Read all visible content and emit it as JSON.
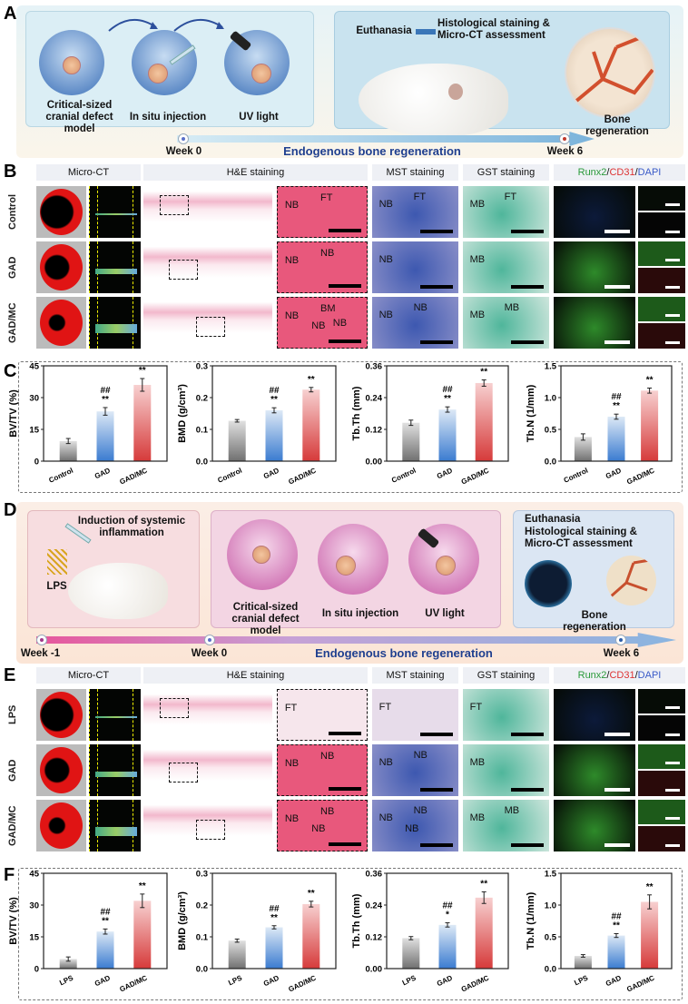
{
  "panel_a": {
    "letter": "A",
    "step1": "Critical-sized cranial defect model",
    "step2": "In situ injection",
    "step3": "UV light",
    "euthanasia": "Euthanasia",
    "assess": "Histological staining & Micro-CT assessment",
    "bone": "Bone regeneration",
    "week0": "Week 0",
    "week6": "Week 6",
    "timeline": "Endogenous bone regeneration"
  },
  "panel_b": {
    "letter": "B",
    "h_microct": "Micro-CT",
    "h_he": "H&E staining",
    "h_mst": "MST staining",
    "h_gst": "GST staining",
    "if_header": {
      "runx2": "Runx2",
      "s1": "/",
      "cd31": "CD31",
      "s2": "/",
      "dapi": "DAPI"
    },
    "rows": [
      {
        "label": "Control",
        "he": [
          "NB",
          "FT"
        ],
        "mst": [
          "NB",
          "FT"
        ],
        "gst": [
          "MB",
          "FT"
        ]
      },
      {
        "label": "GAD",
        "he": [
          "NB",
          "NB"
        ],
        "mst": [
          "NB"
        ],
        "gst": [
          "MB"
        ]
      },
      {
        "label": "GAD/MC",
        "he": [
          "NB",
          "BM",
          "NB",
          "NB"
        ],
        "mst": [
          "NB",
          "NB"
        ],
        "gst": [
          "MB",
          "MB"
        ]
      }
    ]
  },
  "panel_c": {
    "letter": "C"
  },
  "panel_d": {
    "letter": "D",
    "induction": "Induction of systemic inflammation",
    "lps": "LPS",
    "step1": "Critical-sized cranial defect model",
    "step2": "In situ injection",
    "step3": "UV light",
    "euthanasia": "Euthanasia",
    "assess": "Histological staining & Micro-CT assessment",
    "bone": "Bone regeneration",
    "weekm1": "Week -1",
    "week0": "Week 0",
    "week6": "Week 6",
    "timeline": "Endogenous bone regeneration"
  },
  "panel_e": {
    "letter": "E",
    "h_microct": "Micro-CT",
    "h_he": "H&E staining",
    "h_mst": "MST staining",
    "h_gst": "GST staining",
    "if_header": {
      "runx2": "Runx2",
      "s1": "/",
      "cd31": "CD31",
      "s2": "/",
      "dapi": "DAPI"
    },
    "rows": [
      {
        "label": "LPS",
        "he": [
          "FT"
        ],
        "mst": [
          "FT"
        ],
        "gst": [
          "FT"
        ]
      },
      {
        "label": "GAD",
        "he": [
          "NB",
          "NB"
        ],
        "mst": [
          "NB",
          "NB"
        ],
        "gst": [
          "MB"
        ]
      },
      {
        "label": "GAD/MC",
        "he": [
          "NB",
          "NB",
          "NB"
        ],
        "mst": [
          "NB",
          "NB",
          "NB"
        ],
        "gst": [
          "MB",
          "MB"
        ]
      }
    ]
  },
  "panel_f": {
    "letter": "F"
  },
  "colors": {
    "control": "#808080",
    "gad": "#3a7bd0",
    "gadmc": "#d63a3a",
    "timeline_blue": "#1f3f8f"
  },
  "chart_data": [
    {
      "panel": "C",
      "type": "bar",
      "categories": [
        "Control",
        "GAD",
        "GAD/MC"
      ],
      "values": [
        9.5,
        23.5,
        36
      ],
      "errors": [
        1.2,
        1.8,
        3
      ],
      "annotations": [
        [],
        [
          "##",
          "**"
        ],
        [
          "**"
        ]
      ],
      "ylabel": "BV/TV (%)",
      "ylim": [
        0,
        45
      ],
      "yticks": [
        "0",
        "15",
        "30",
        "45"
      ]
    },
    {
      "panel": "C",
      "type": "bar",
      "categories": [
        "Control",
        "GAD",
        "GAD/MC"
      ],
      "values": [
        0.127,
        0.16,
        0.225
      ],
      "errors": [
        0.004,
        0.008,
        0.007
      ],
      "annotations": [
        [],
        [
          "##",
          "**"
        ],
        [
          "**"
        ]
      ],
      "ylabel": "BMD (g/cm³)",
      "ylim": [
        0,
        0.3
      ],
      "yticks": [
        "0.0",
        "0.1",
        "0.2",
        "0.3"
      ]
    },
    {
      "panel": "C",
      "type": "bar",
      "categories": [
        "Control",
        "GAD",
        "GAD/MC"
      ],
      "values": [
        0.145,
        0.195,
        0.295
      ],
      "errors": [
        0.01,
        0.01,
        0.012
      ],
      "annotations": [
        [],
        [
          "##",
          "**"
        ],
        [
          "**"
        ]
      ],
      "ylabel": "Tb.Th (mm)",
      "ylim": [
        0,
        0.36
      ],
      "yticks": [
        "0.00",
        "0.12",
        "0.24",
        "0.36"
      ]
    },
    {
      "panel": "C",
      "type": "bar",
      "categories": [
        "Control",
        "GAD",
        "GAD/MC"
      ],
      "values": [
        0.38,
        0.7,
        1.11
      ],
      "errors": [
        0.05,
        0.04,
        0.04
      ],
      "annotations": [
        [],
        [
          "##",
          "**"
        ],
        [
          "**"
        ]
      ],
      "ylabel": "Tb.N (1/mm)",
      "ylim": [
        0,
        1.5
      ],
      "yticks": [
        "0.0",
        "0.5",
        "1.0",
        "1.5"
      ]
    },
    {
      "panel": "F",
      "type": "bar",
      "categories": [
        "LPS",
        "GAD",
        "GAD/MC"
      ],
      "values": [
        4.5,
        17.5,
        32
      ],
      "errors": [
        1,
        1.2,
        3.2
      ],
      "annotations": [
        [],
        [
          "##",
          "**"
        ],
        [
          "**"
        ]
      ],
      "ylabel": "BV/TV (%)",
      "ylim": [
        0,
        45
      ],
      "yticks": [
        "0",
        "15",
        "30",
        "45"
      ]
    },
    {
      "panel": "F",
      "type": "bar",
      "categories": [
        "LPS",
        "GAD",
        "GAD/MC"
      ],
      "values": [
        0.088,
        0.13,
        0.203
      ],
      "errors": [
        0.005,
        0.005,
        0.009
      ],
      "annotations": [
        [],
        [
          "##",
          "**"
        ],
        [
          "**"
        ]
      ],
      "ylabel": "BMD (g/cm³)",
      "ylim": [
        0,
        0.3
      ],
      "yticks": [
        "0.0",
        "0.1",
        "0.2",
        "0.3"
      ]
    },
    {
      "panel": "F",
      "type": "bar",
      "categories": [
        "LPS",
        "GAD",
        "GAD/MC"
      ],
      "values": [
        0.115,
        0.165,
        0.268
      ],
      "errors": [
        0.006,
        0.008,
        0.022
      ],
      "annotations": [
        [],
        [
          "##",
          "*"
        ],
        [
          "**"
        ]
      ],
      "ylabel": "Tb.Th (mm)",
      "ylim": [
        0,
        0.36
      ],
      "yticks": [
        "0.00",
        "0.12",
        "0.24",
        "0.36"
      ]
    },
    {
      "panel": "F",
      "type": "bar",
      "categories": [
        "LPS",
        "GAD",
        "GAD/MC"
      ],
      "values": [
        0.2,
        0.52,
        1.05
      ],
      "errors": [
        0.02,
        0.03,
        0.11
      ],
      "annotations": [
        [],
        [
          "##",
          "**"
        ],
        [
          "**"
        ]
      ],
      "ylabel": "Tb.N (1/mm)",
      "ylim": [
        0,
        1.5
      ],
      "yticks": [
        "0.0",
        "0.5",
        "1.0",
        "1.5"
      ]
    }
  ]
}
